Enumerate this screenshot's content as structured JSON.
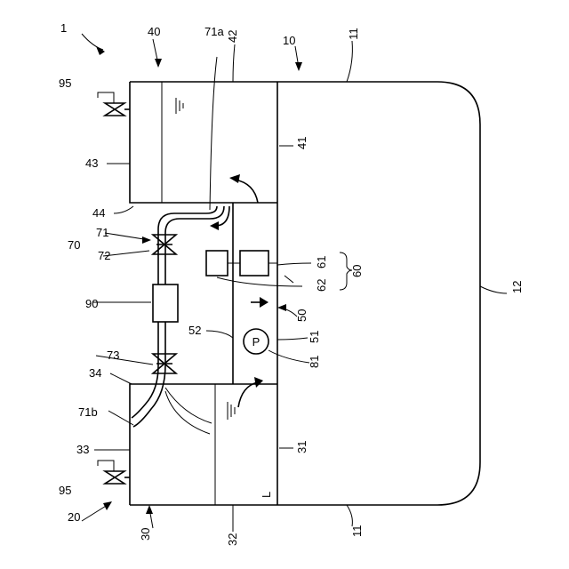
{
  "labels": {
    "l1": "1",
    "l10": "10",
    "l11_top": "11",
    "l11_bottom": "11",
    "l12": "12",
    "l20": "20",
    "l30": "30",
    "l31": "31",
    "l32": "32",
    "l33": "33",
    "l34": "34",
    "l40": "40",
    "l41": "41",
    "l42": "42",
    "l43": "43",
    "l44": "44",
    "l50": "50",
    "l51": "51",
    "l52": "52",
    "l60": "60",
    "l61": "61",
    "l62": "62",
    "l70": "70",
    "l71": "71",
    "l71a": "71a",
    "l71b": "71b",
    "l72": "72",
    "l73": "73",
    "l81": "81",
    "l90": "90",
    "l95_top": "95",
    "l95_bottom": "95",
    "pump_symbol": "P",
    "corner_mark": "L"
  }
}
